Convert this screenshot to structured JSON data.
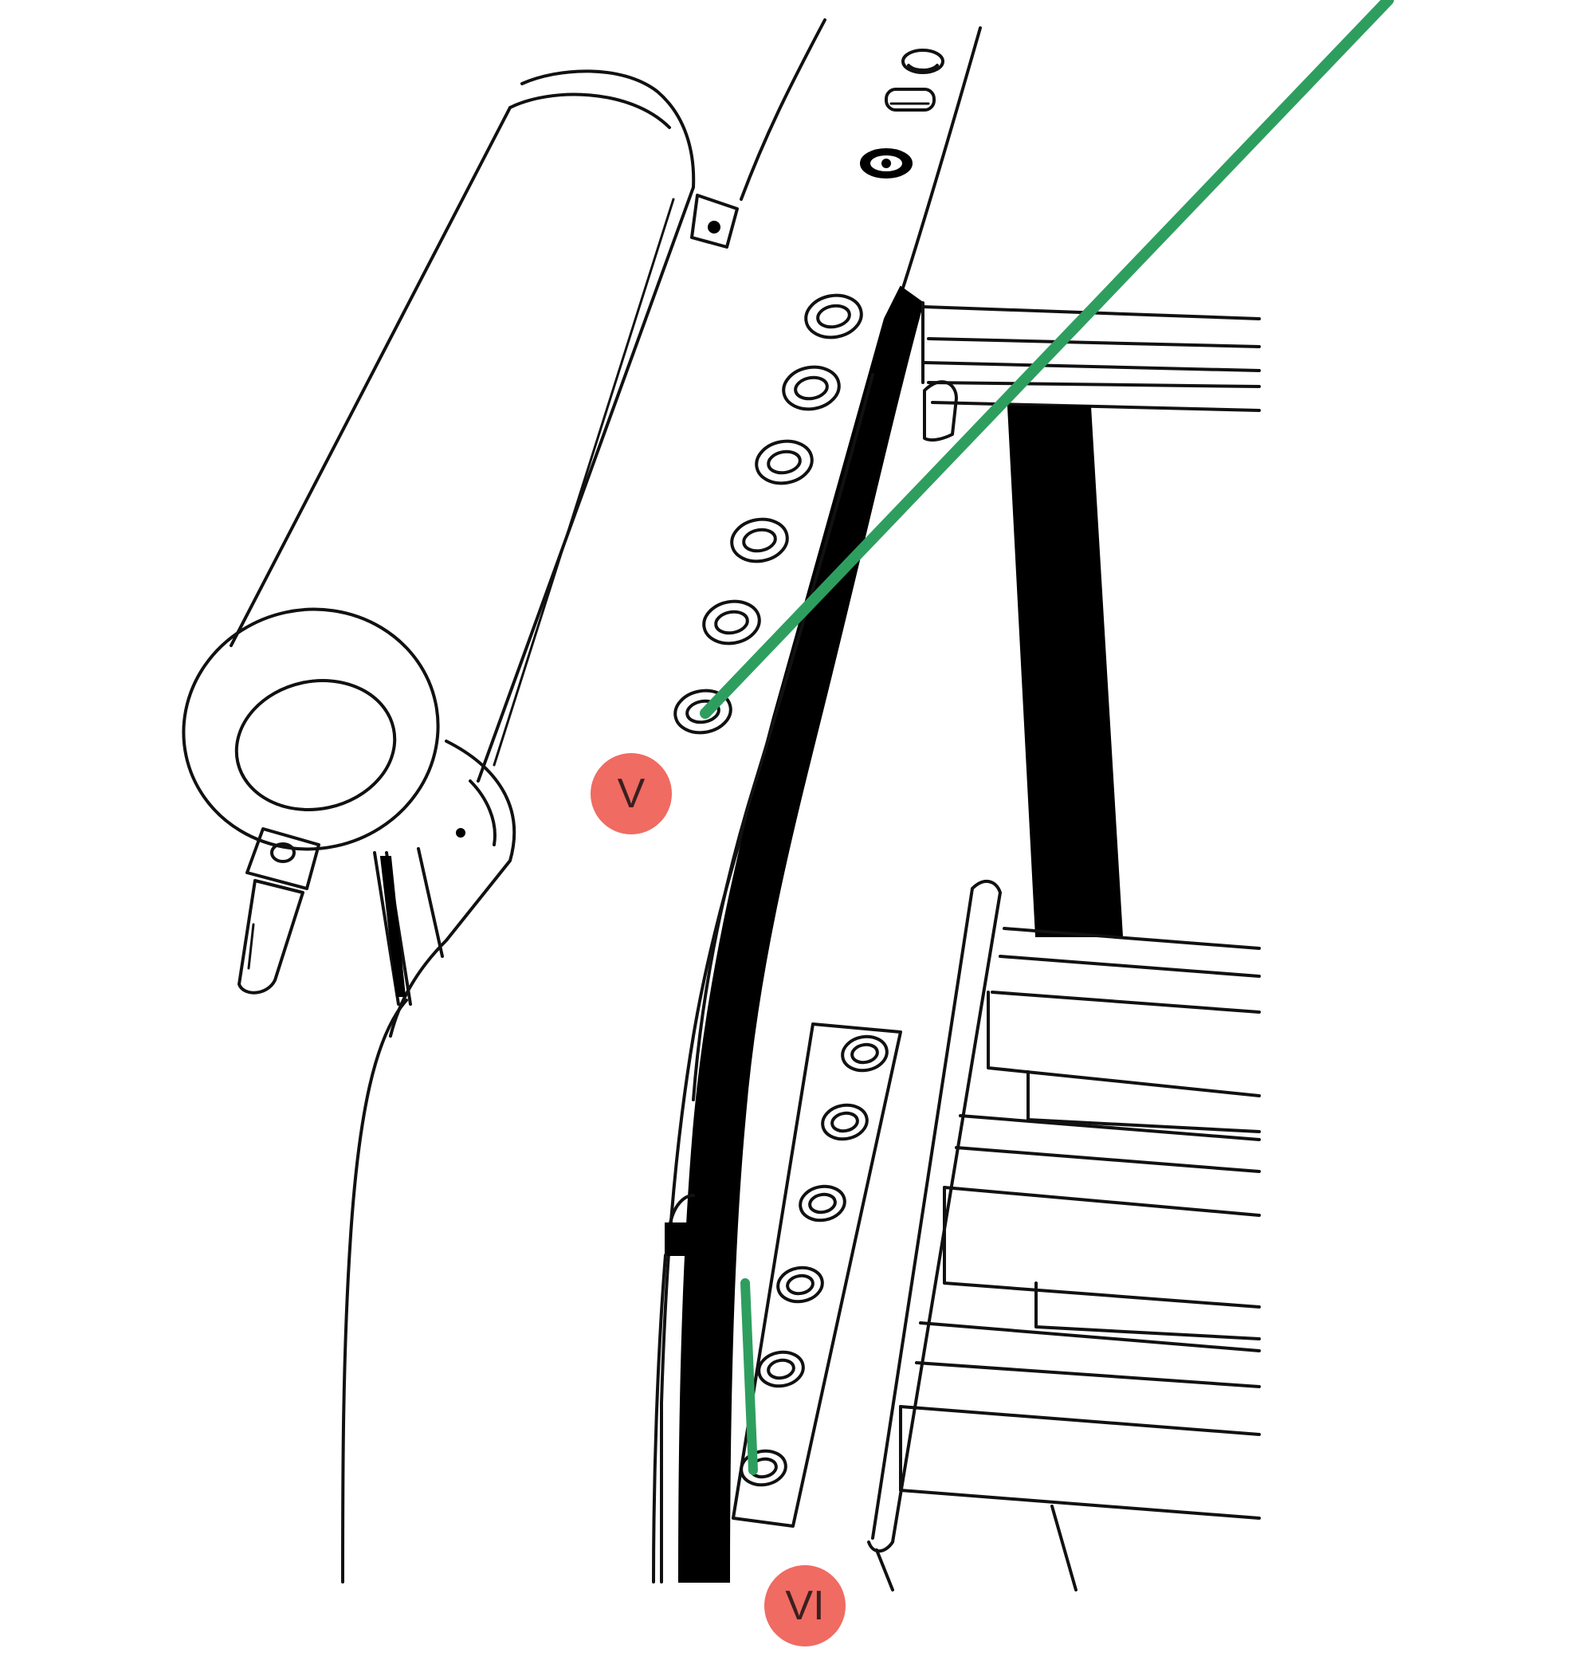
{
  "colors": {
    "line": "#111111",
    "guide": "#2e9e5f",
    "badge": "#f06b62",
    "badge_text": "#3a2020"
  },
  "labels": [
    {
      "id": "V",
      "text": "V"
    },
    {
      "id": "VI",
      "text": "VI"
    }
  ]
}
